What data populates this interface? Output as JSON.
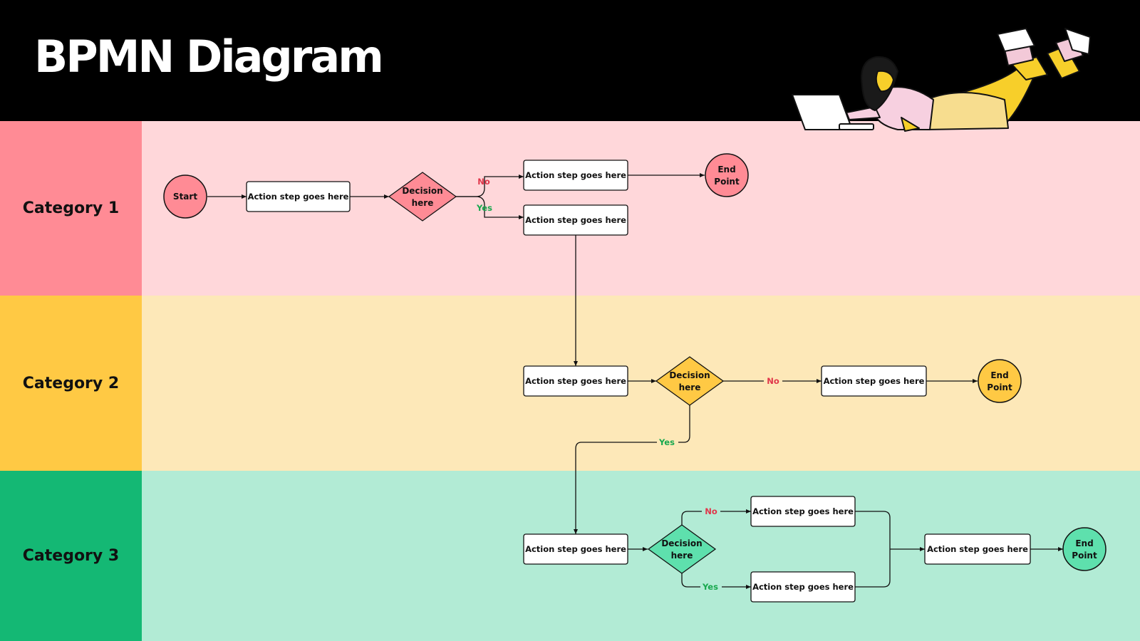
{
  "title": "BPMN Diagram",
  "colors": {
    "header": "#000000",
    "lane1_label": "#ff8b95",
    "lane1_body": "#ffd7da",
    "lane2_label": "#ffc944",
    "lane2_body": "#fde8b8",
    "lane3_label": "#14b874",
    "lane3_body": "#b2ebd5",
    "no": "#e0364a",
    "yes": "#18a84e"
  },
  "lanes": [
    {
      "label": "Category 1"
    },
    {
      "label": "Category 2"
    },
    {
      "label": "Category 3"
    }
  ],
  "diagram": {
    "start": "Start",
    "action": "Action step goes here",
    "decision": [
      "Decision",
      "here"
    ],
    "end": [
      "End",
      "Point"
    ],
    "no": "No",
    "yes": "Yes"
  },
  "illustration": "woman-with-laptop-illustration"
}
